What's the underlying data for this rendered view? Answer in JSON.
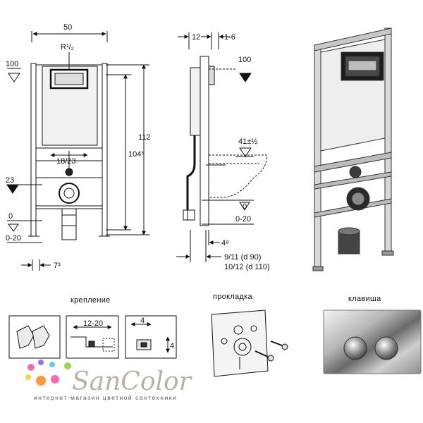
{
  "front_view": {
    "width_label": "50",
    "r_label": "R¹/₂",
    "height_total": "112",
    "height_inner": "104⁵",
    "center_dim": "18/23",
    "level_100": "100",
    "level_23": "23",
    "level_0": "0",
    "level_neg": "0-20",
    "bottom_dim": "7³"
  },
  "side_view": {
    "top_left": "12",
    "top_right": "1-6",
    "level_100": "100",
    "seat_height": "41±½",
    "level_0": "0",
    "level_neg": "0-20",
    "bottom_small": "4⁸",
    "pipe_d90": "9/11  (d 90)",
    "pipe_d110": "10/12 (d 110)"
  },
  "sections": {
    "mounting_title": "крепление",
    "mounting_dim_a": "12-20",
    "mounting_dim_b": "4",
    "mounting_dim_c": "4",
    "gasket_title": "прокладка",
    "button_title": "клавиша"
  },
  "logo": {
    "name": "SanColor",
    "tagline": "интернет-магазин цветной сантехники",
    "dot_colors": [
      "#f06bb2",
      "#8a7bd8",
      "#6ec6f0",
      "#9ad84a",
      "#ffd23a",
      "#ff9a3a"
    ]
  }
}
